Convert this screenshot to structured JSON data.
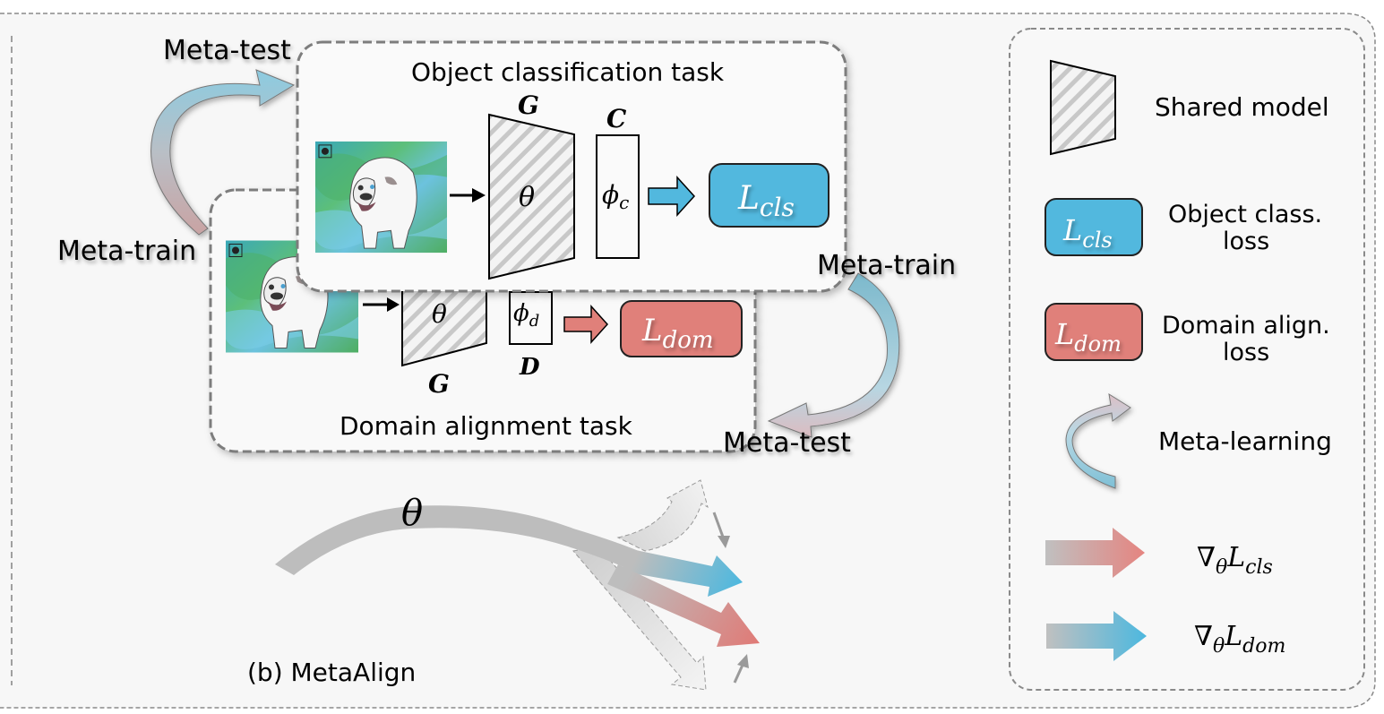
{
  "figure": {
    "caption": "(b) MetaAlign",
    "colors": {
      "cls_blue": "#52b8de",
      "dom_red": "#e0807a",
      "gray": "#bdbdbd",
      "background": "#f7f7f7",
      "dash": "#808080"
    }
  },
  "cycle_left": {
    "top_label": "Meta-test",
    "bottom_label": "Meta-train"
  },
  "cycle_right": {
    "top_label": "Meta-train",
    "bottom_label": "Meta-test"
  },
  "cls_task": {
    "title": "Object classification task",
    "image": "dog-watercolor-image",
    "generator_label": "G",
    "generator_param": "θ",
    "classifier_label": "C",
    "classifier_param_main": "ϕ",
    "classifier_param_sub": "c",
    "loss_main": "L",
    "loss_sub": "cls"
  },
  "dom_task": {
    "title": "Domain alignment task",
    "image": "dog-watercolor-image",
    "generator_label": "G",
    "generator_param": "θ",
    "discriminator_label": "D",
    "discriminator_param_main": "ϕ",
    "discriminator_param_sub": "d",
    "loss_main": "L",
    "loss_sub": "dom"
  },
  "gradient_diagram": {
    "theta_label": "θ"
  },
  "legend": {
    "items": [
      {
        "icon": "shared-model-trapezoid-icon",
        "label": "Shared model"
      },
      {
        "icon": "cls-loss-box-icon",
        "label_line1": "Object class.",
        "label_line2": "loss",
        "box_main": "L",
        "box_sub": "cls"
      },
      {
        "icon": "dom-loss-box-icon",
        "label_line1": "Domain align.",
        "label_line2": "loss",
        "box_main": "L",
        "box_sub": "dom"
      },
      {
        "icon": "meta-learning-curved-arrow-icon",
        "label": "Meta-learning"
      },
      {
        "icon": "red-gradient-arrow-icon",
        "nabla": "∇",
        "sub_theta": "θ",
        "main": "L",
        "sub": "cls"
      },
      {
        "icon": "blue-gradient-arrow-icon",
        "nabla": "∇",
        "sub_theta": "θ",
        "main": "L",
        "sub": "dom"
      }
    ]
  }
}
